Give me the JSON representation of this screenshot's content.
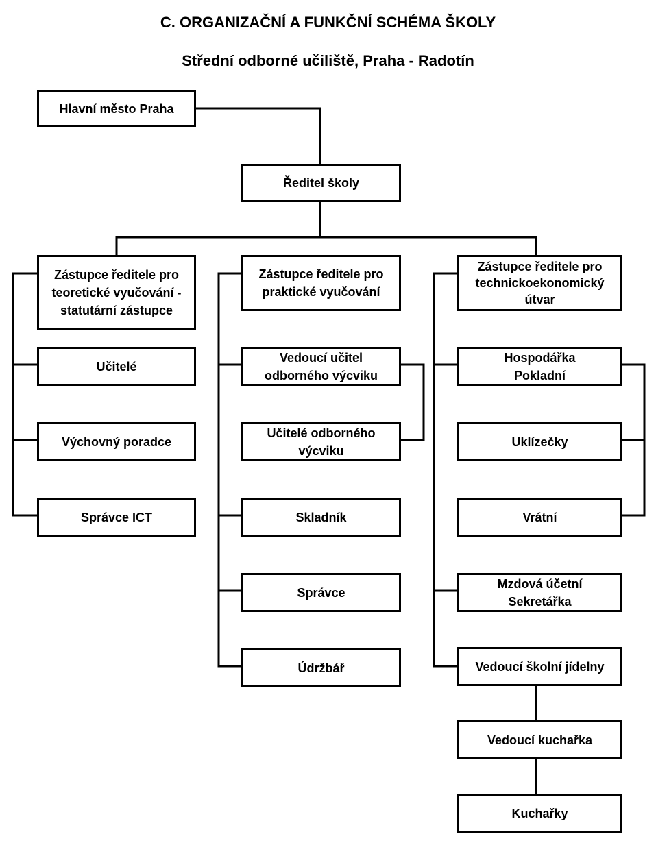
{
  "title": "C.  ORGANIZAČNÍ A FUNKČNÍ SCHÉMA ŠKOLY",
  "subtitle": "Střední odborné učiliště, Praha - Radotín",
  "nodes": {
    "city": "Hlavní město Praha",
    "director": "Ředitel školy",
    "deputy_theory": "Zástupce ředitele pro\nteoretické vyučování  -\nstatutární zástupce",
    "deputy_practice": "Zástupce ředitele pro\npraktické vyučování",
    "deputy_technical": "Zástupce ředitele pro\ntechnickoekonomický\nútvar",
    "teachers": "Učitelé",
    "counselor": "Výchovný poradce",
    "ict_admin": "Správce ICT",
    "lead_vocational_teacher": "Vedoucí učitel\nodborného výcviku",
    "vocational_teachers": "Učitelé odborného\nvýcviku",
    "storekeeper": "Skladník",
    "caretaker": "Správce",
    "maintenance": "Údržbář",
    "bursar": "Hospodářka\nPokladní",
    "cleaners": "Uklízečky",
    "porters": "Vrátní",
    "payroll": "Mzdová účetní\nSekretářka",
    "canteen_head": "Vedoucí školní jídelny",
    "head_cook": "Vedoucí kuchařka",
    "cooks": "Kuchařky"
  }
}
